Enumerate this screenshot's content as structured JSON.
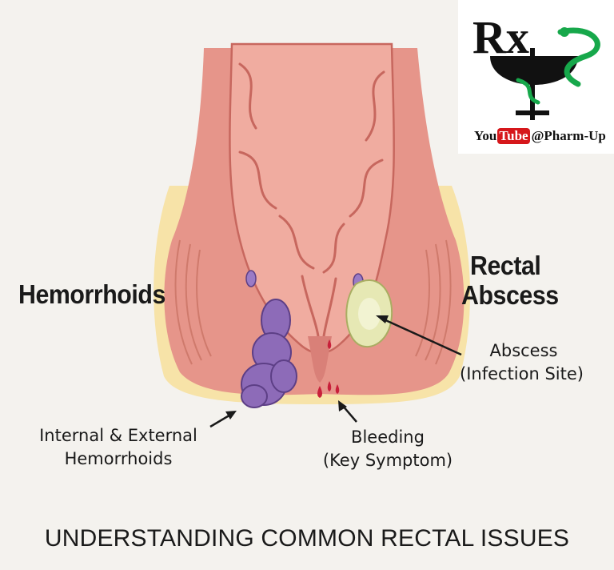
{
  "logo": {
    "letters": "Rx",
    "youtube_you": "You",
    "youtube_tube": "Tube",
    "channel_handle": "@Pharm-Up"
  },
  "labels": {
    "hemorrhoids_heading": "Hemorrhoids",
    "abscess_heading_line1": "Rectal",
    "abscess_heading_line2": "Abscess",
    "hemorrhoids_callout_line1": "Internal & External",
    "hemorrhoids_callout_line2": "Hemorrhoids",
    "bleeding_callout_line1": "Bleeding",
    "bleeding_callout_line2": "(Key Symptom)",
    "abscess_callout_line1": "Abscess",
    "abscess_callout_line2": "(Infection Site)"
  },
  "caption": "UNDERSTANDING COMMON RECTAL ISSUES",
  "colors": {
    "background": "#f4f2ee",
    "tissue_outer": "#e6958a",
    "tissue_inner": "#f0aca0",
    "fat_layer": "#f7e3a8",
    "hemorrhoid": "#8d6bb8",
    "abscess": "#e6e8b4",
    "blood": "#c8203a",
    "logo_green": "#17a84b",
    "youtube_red": "#d6171b"
  }
}
